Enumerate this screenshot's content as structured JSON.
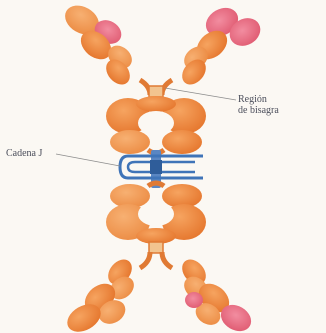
{
  "labels": {
    "hinge_line1": "Región",
    "hinge_line2": "de bisagra",
    "j_chain": "Cadena J"
  },
  "colors": {
    "background": "#fbf8f3",
    "heavy_chain": "#ee8a3c",
    "light_chain": "#ef9a4e",
    "variable_tip": "#e56077",
    "hinge": "#f2c48f",
    "j_chain": "#3f74b8",
    "leader_line": "#8c8c8c",
    "label_text": "#4a4d5a"
  }
}
